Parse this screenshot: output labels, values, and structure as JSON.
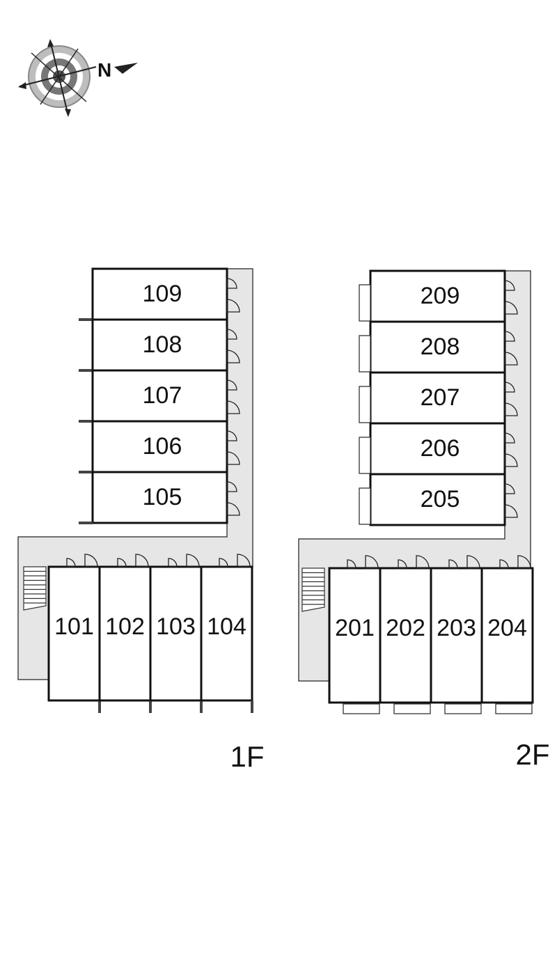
{
  "compass": {
    "north_label": "N",
    "icon": "compass-rose-icon"
  },
  "floors": [
    {
      "floor_label": "1F",
      "upper_rooms": [
        "109",
        "108",
        "107",
        "106",
        "105"
      ],
      "lower_rooms": [
        "101",
        "102",
        "103",
        "104"
      ]
    },
    {
      "floor_label": "2F",
      "upper_rooms": [
        "209",
        "208",
        "207",
        "206",
        "205"
      ],
      "lower_rooms": [
        "201",
        "202",
        "203",
        "204"
      ]
    }
  ],
  "colors": {
    "walkway": "#e6e6e6",
    "wall": "#111111"
  }
}
